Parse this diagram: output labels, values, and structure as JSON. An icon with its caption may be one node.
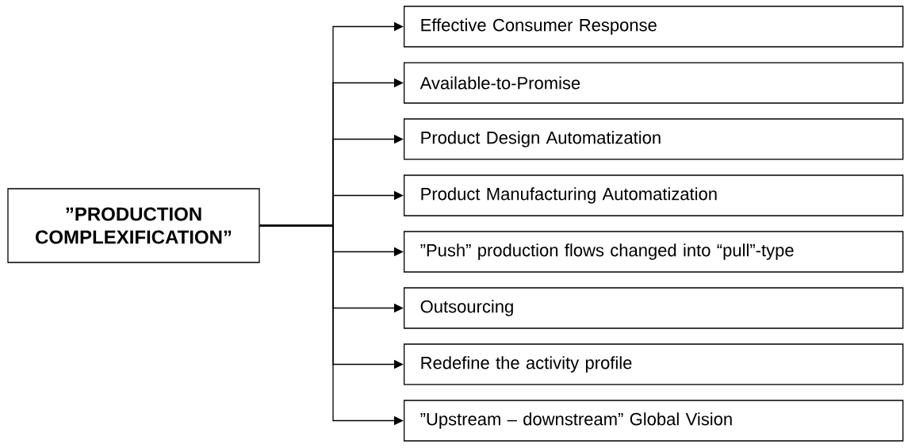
{
  "diagram": {
    "nodes": [
      {
        "text": [
          "”PRODUCTION COMPLEXIFICATION”"
        ]
      },
      {
        "text": [
          "Effective Consumer Response"
        ]
      },
      {
        "text": [
          "Available-to-Promise"
        ]
      },
      {
        "text": [
          "Product Design Automatization"
        ]
      },
      {
        "text": [
          "Product Manufacturing Automatization"
        ]
      },
      {
        "text": [
          "”Push” production flows changed into “pull”-type"
        ]
      },
      {
        "text": [
          "Outsourcing"
        ]
      },
      {
        "text": [
          "Redefine the activity profile"
        ]
      },
      {
        "text": [
          "”Upstream – downstream” Global Vision"
        ]
      }
    ],
    "edges": [
      {
        "from": 0,
        "to": 1,
        "arrow": "to"
      },
      {
        "from": 0,
        "to": 2,
        "arrow": "to"
      },
      {
        "from": 0,
        "to": 3,
        "arrow": "to"
      },
      {
        "from": 0,
        "to": 4,
        "arrow": "to"
      },
      {
        "from": 0,
        "to": 5,
        "arrow": "to"
      },
      {
        "from": 0,
        "to": 6,
        "arrow": "to"
      },
      {
        "from": 0,
        "to": 7,
        "arrow": "to"
      },
      {
        "from": 0,
        "to": 8,
        "arrow": "to"
      }
    ]
  }
}
